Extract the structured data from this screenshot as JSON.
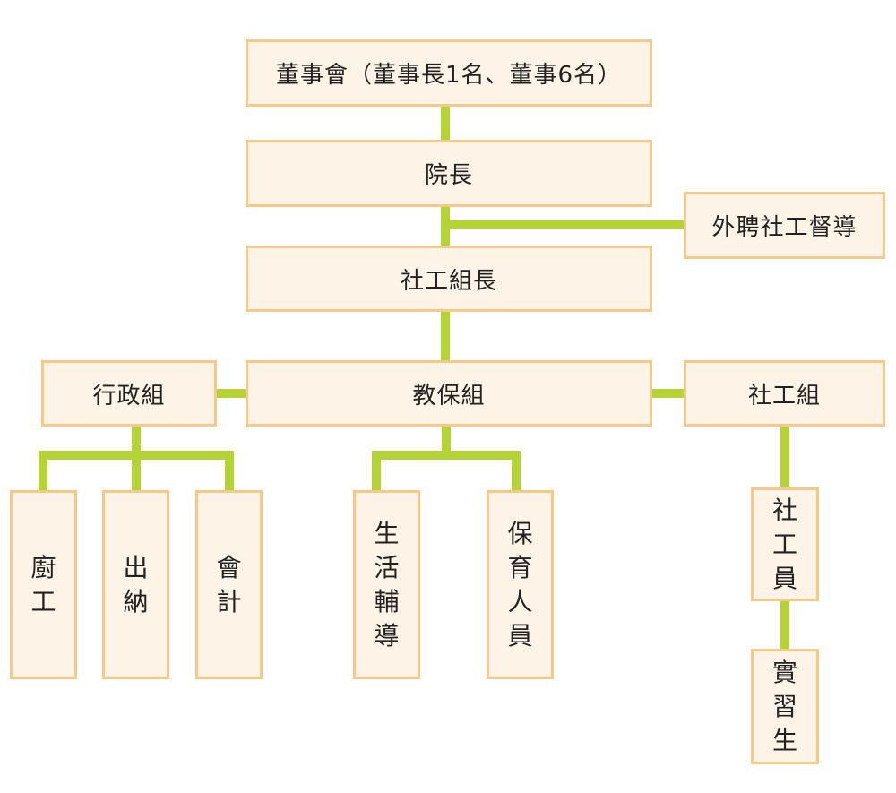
{
  "colors": {
    "box_fill": "#fdf3e6",
    "box_border": "#f6c98a",
    "connector": "#b5d334"
  },
  "nodes": {
    "board": "董事會（董事長1名、董事6名）",
    "director": "院長",
    "external_supervisor": "外聘社工督導",
    "social_work_leader": "社工組長",
    "admin_group": "行政組",
    "care_group": "教保組",
    "social_work_group": "社工組",
    "kitchen_staff": "廚工",
    "cashier": "出納",
    "accountant": "會計",
    "life_counselor": "生活輔導",
    "caregiver": "保育人員",
    "social_worker": "社工員",
    "intern": "實習生"
  }
}
